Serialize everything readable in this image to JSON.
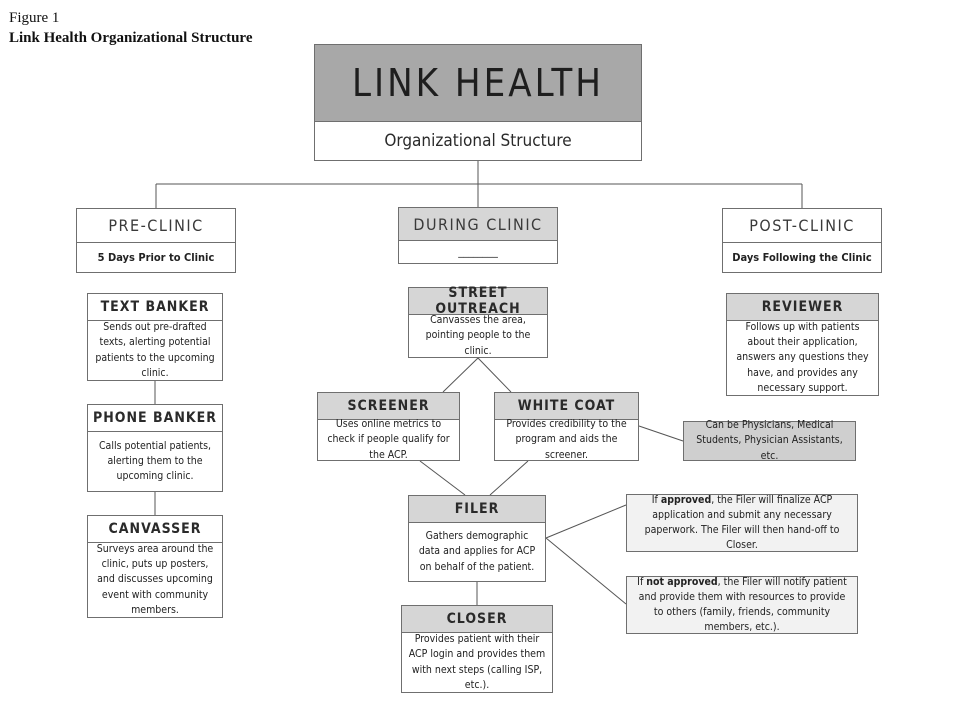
{
  "figure": {
    "label": "Figure 1",
    "title": "Link Health Organizational Structure"
  },
  "top": {
    "title": "LINK HEALTH",
    "subtitle": "Organizational Structure"
  },
  "phases": {
    "pre": {
      "title": "PRE-CLINIC",
      "subtitle": "5 Days Prior to Clinic"
    },
    "during": {
      "title": "DURING CLINIC",
      "subtitle": "________"
    },
    "post": {
      "title": "POST-CLINIC",
      "subtitle": "Days Following the Clinic"
    }
  },
  "roles": {
    "text_banker": {
      "title": "TEXT BANKER",
      "desc": "Sends out pre-drafted texts, alerting potential patients to the upcoming clinic."
    },
    "phone_banker": {
      "title": "PHONE BANKER",
      "desc": "Calls potential patients, alerting them to the upcoming clinic."
    },
    "canvasser": {
      "title": "CANVASSER",
      "desc": "Surveys area around the clinic, puts up posters, and discusses upcoming event with community members."
    },
    "street_outreach": {
      "title": "STREET OUTREACH",
      "desc": "Canvasses the area, pointing people to the clinic."
    },
    "screener": {
      "title": "SCREENER",
      "desc": "Uses online metrics to check if people qualify for the ACP."
    },
    "white_coat": {
      "title": "WHITE COAT",
      "desc": "Provides credibility to the program and aids the screener."
    },
    "filer": {
      "title": "FILER",
      "desc": "Gathers demographic data and applies for ACP on behalf of the patient."
    },
    "closer": {
      "title": "CLOSER",
      "desc": "Provides patient with their ACP login and provides them with next steps (calling ISP, etc.)."
    },
    "reviewer": {
      "title": "REVIEWER",
      "desc": "Follows up with patients about their application, answers any questions they have, and provides any necessary support."
    }
  },
  "notes": {
    "white_coat": "Can be Physicians, Medical Students, Physician Assistants, etc.",
    "approved": {
      "pre": "If ",
      "bold": "approved",
      "post": ", the Filer will finalize ACP application and submit any necessary paperwork. The Filer will then hand-off to Closer."
    },
    "not_approved": {
      "pre": "If ",
      "bold": "not approved",
      "post": ", the Filer will notify patient and provide them with resources to provide to others (family, friends, community members, etc.)."
    }
  },
  "colors": {
    "header_fill": "#a8a8a8",
    "role_fill": "#d6d6d6",
    "border": "#6f6f6f"
  }
}
